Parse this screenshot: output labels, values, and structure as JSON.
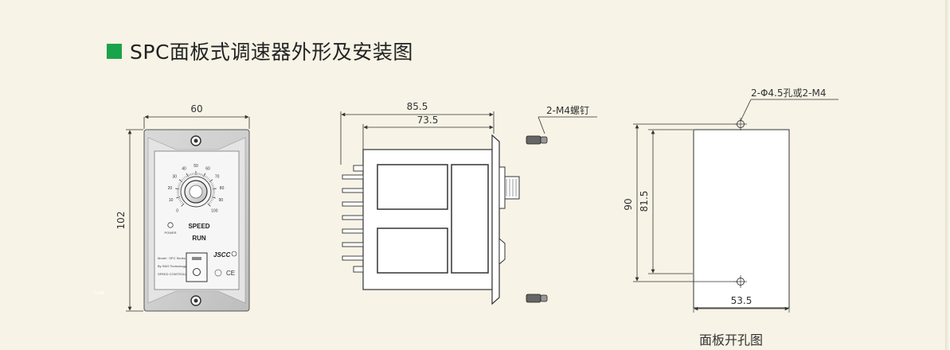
{
  "title": "SPC面板式调速器外形及安装图",
  "front_view": {
    "width_label": "60",
    "height_label": "102",
    "dial_ticks": [
      "0",
      "10",
      "20",
      "30",
      "40",
      "50",
      "60",
      "70",
      "80",
      "90",
      "100"
    ],
    "power_label": "POWER",
    "speed_label": "SPEED",
    "run_label": "RUN",
    "brand": "JSCC",
    "model_line": "Model : SPC Series",
    "maker_line": "By SNG Technology",
    "controller_line": "SPEED CONTROLLER",
    "ce_mark": "CE",
    "watermark": "Insdk"
  },
  "side_view": {
    "overall_depth": "85.5",
    "body_depth": "73.5",
    "screw_label": "2-M4螺钉"
  },
  "cutout_view": {
    "hole_label": "2-Φ4.5孔或2-M4",
    "height_outer": "90",
    "height_inner": "81.5",
    "width": "53.5",
    "caption": "面板开孔图"
  },
  "colors": {
    "accent": "#1aa34a",
    "background": "#f7f3e6",
    "line": "#333333"
  }
}
